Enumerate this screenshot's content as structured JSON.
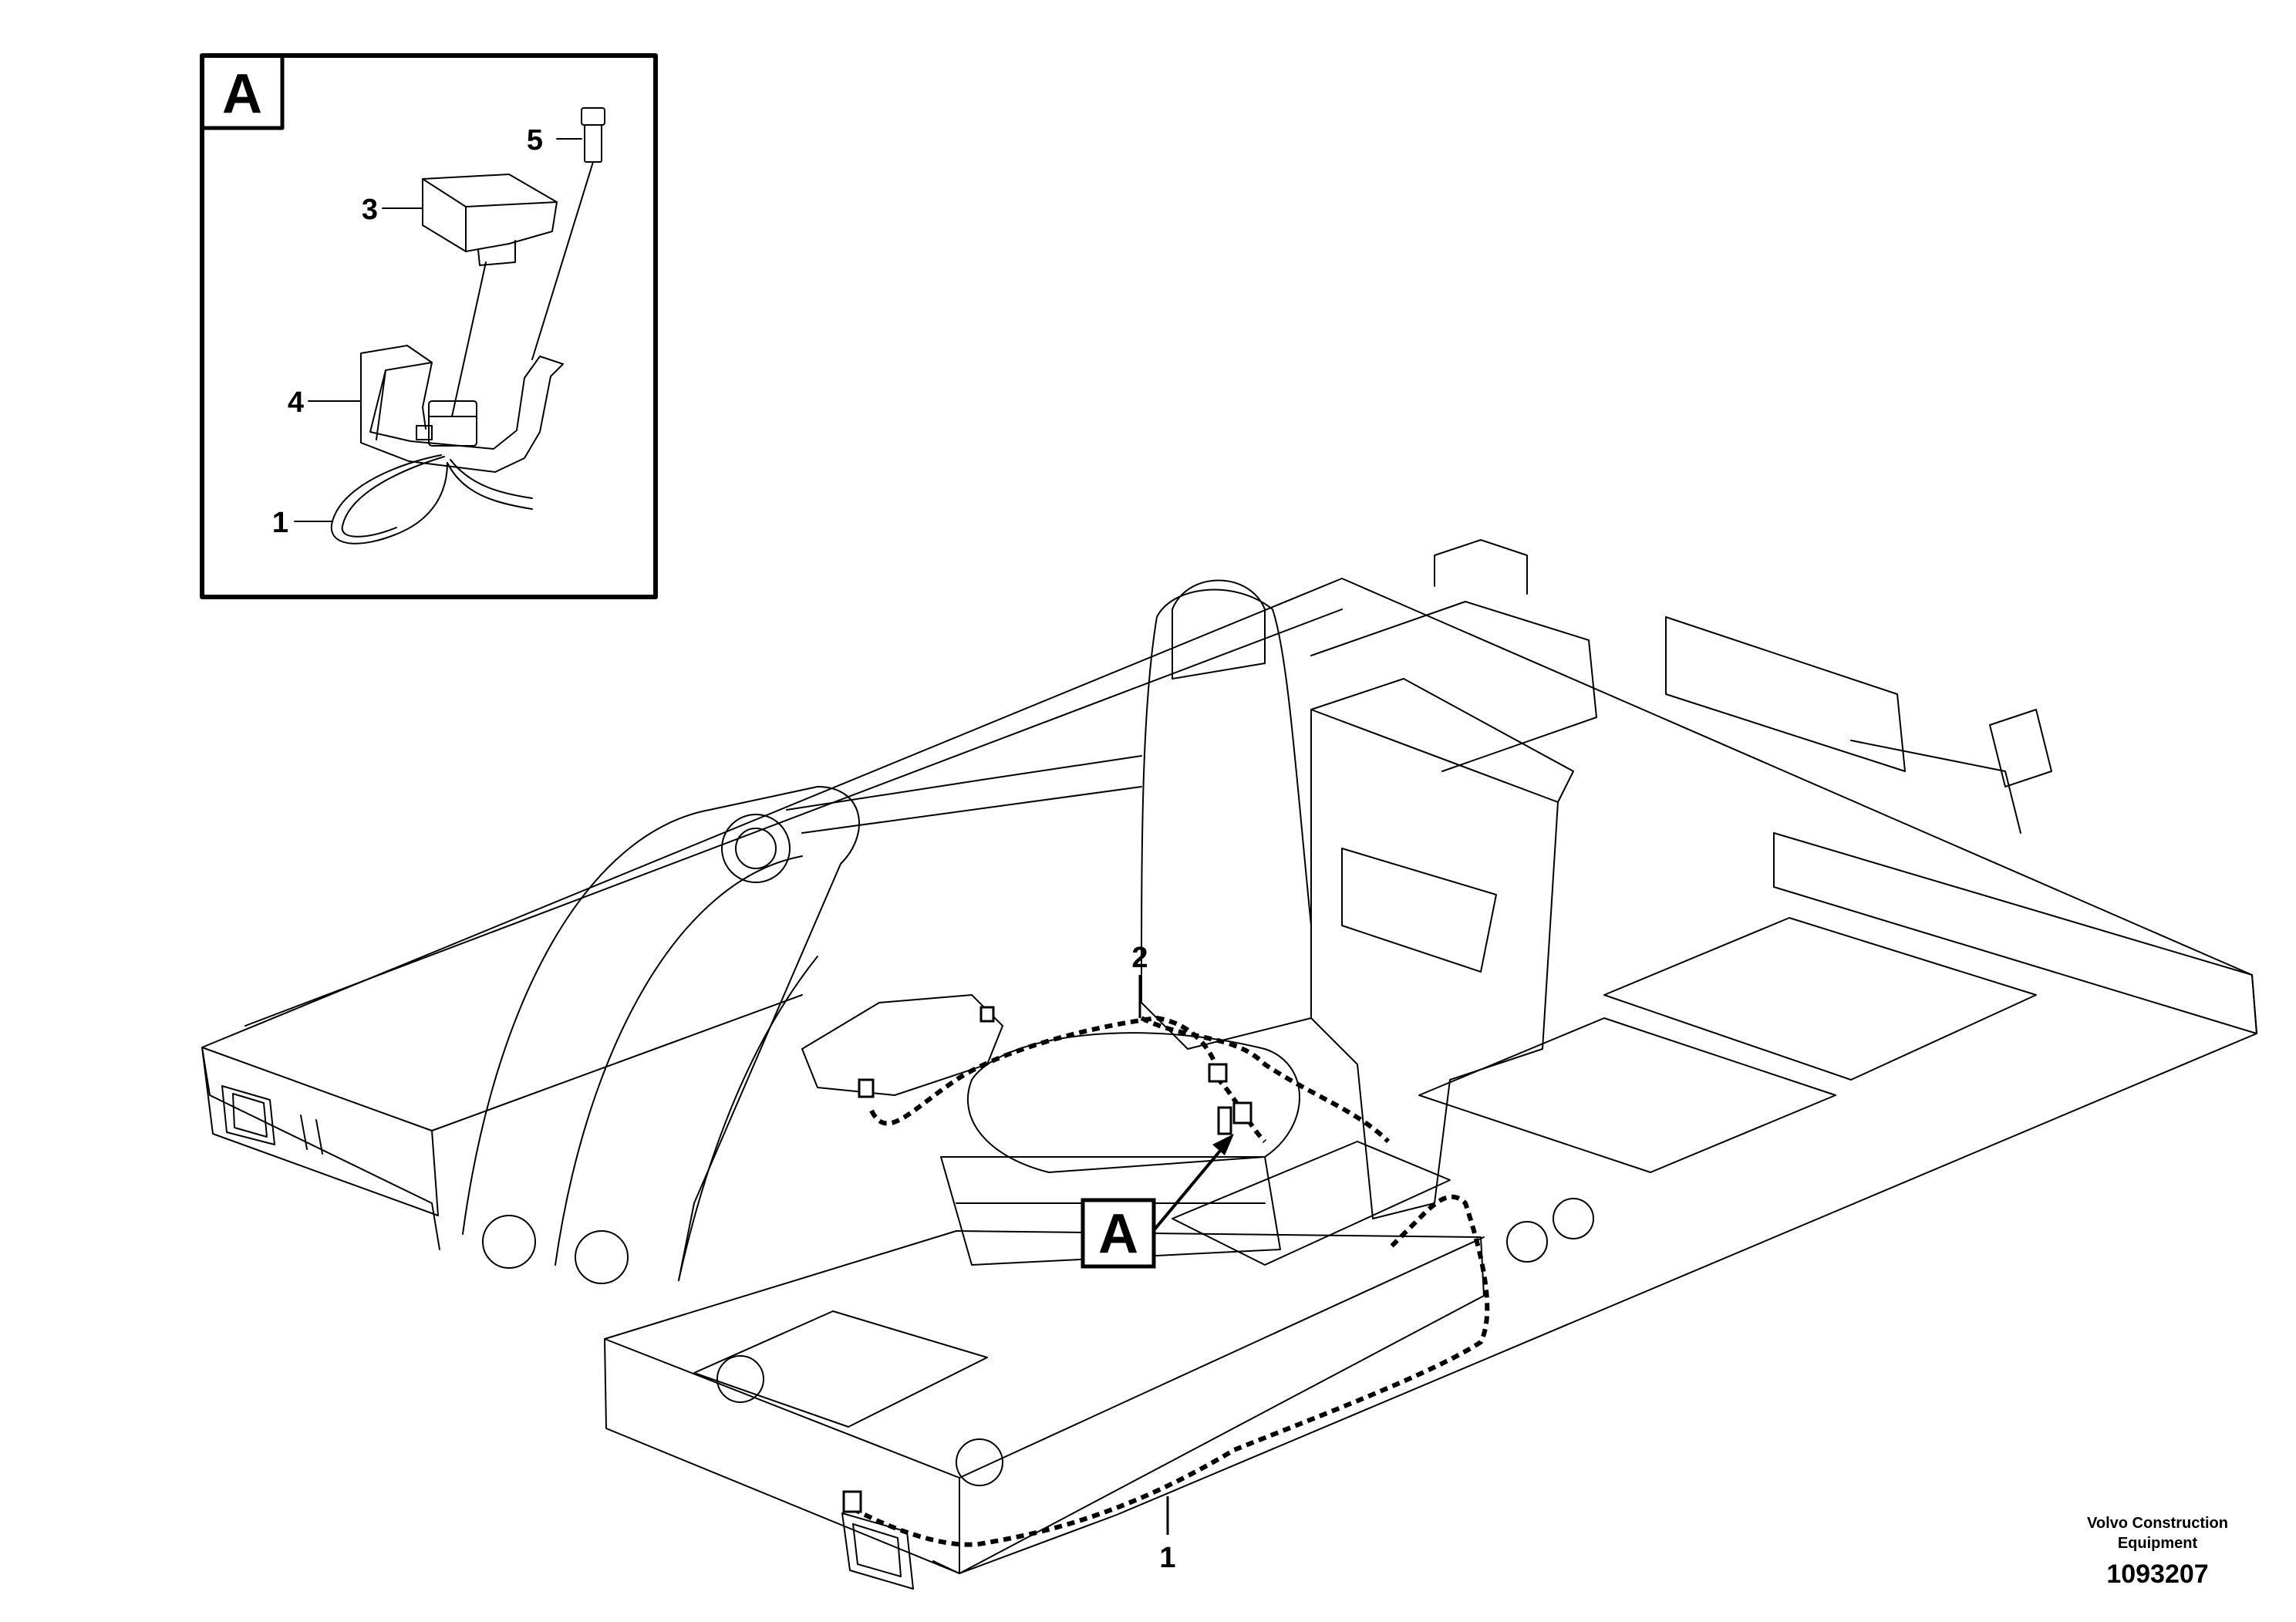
{
  "detail": {
    "letter": "A",
    "callouts": [
      "5",
      "3",
      "4",
      "1"
    ]
  },
  "main": {
    "callouts": [
      "2",
      "1"
    ],
    "detail_marker": "A"
  },
  "credit": {
    "maker_line1": "Volvo Construction",
    "maker_line2": "Equipment",
    "document_number": "1093207"
  }
}
